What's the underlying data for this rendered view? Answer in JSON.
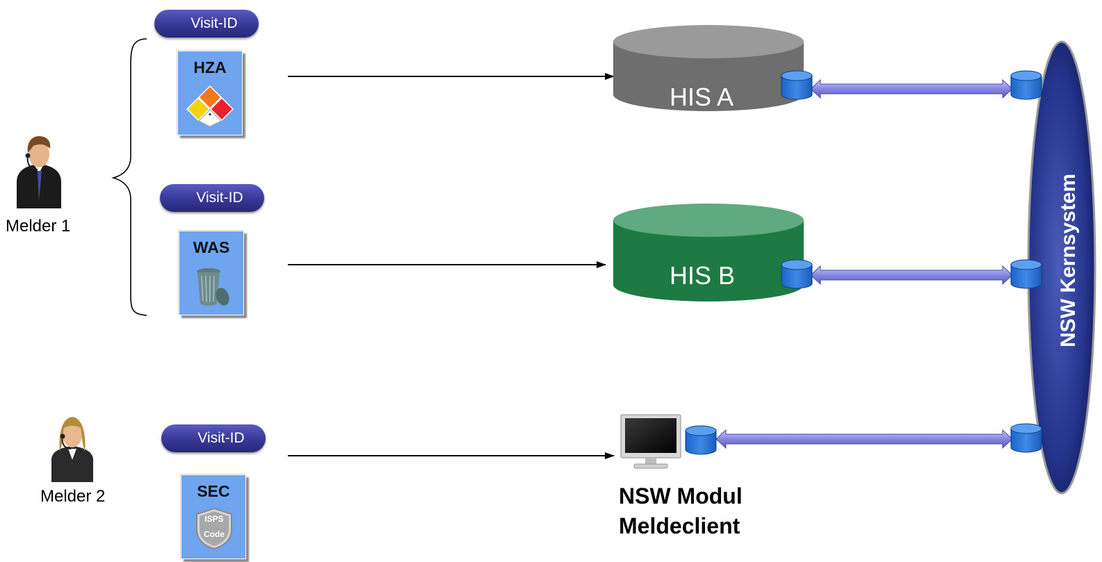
{
  "visit_id_label": "Visit-ID",
  "documents": {
    "hza": "HZA",
    "was": "WAS",
    "sec": "SEC",
    "isps_line1": "ISPS",
    "isps_line2": "Code"
  },
  "persons": {
    "melder1": "Melder 1",
    "melder2": "Melder 2"
  },
  "systems": {
    "his_a": "HIS A",
    "his_b": "HIS B",
    "module_line1": "NSW Modul",
    "module_line2": "Meldeclient",
    "kernsystem": "NSW Kernsystem"
  },
  "colors": {
    "his_a": "#6e6e6e",
    "his_b": "#1d7a42",
    "kernsystem": "#1f2f80",
    "connector": "#8f8fe6",
    "document": "#6fa4ee",
    "pill": "#3c3d9c"
  }
}
